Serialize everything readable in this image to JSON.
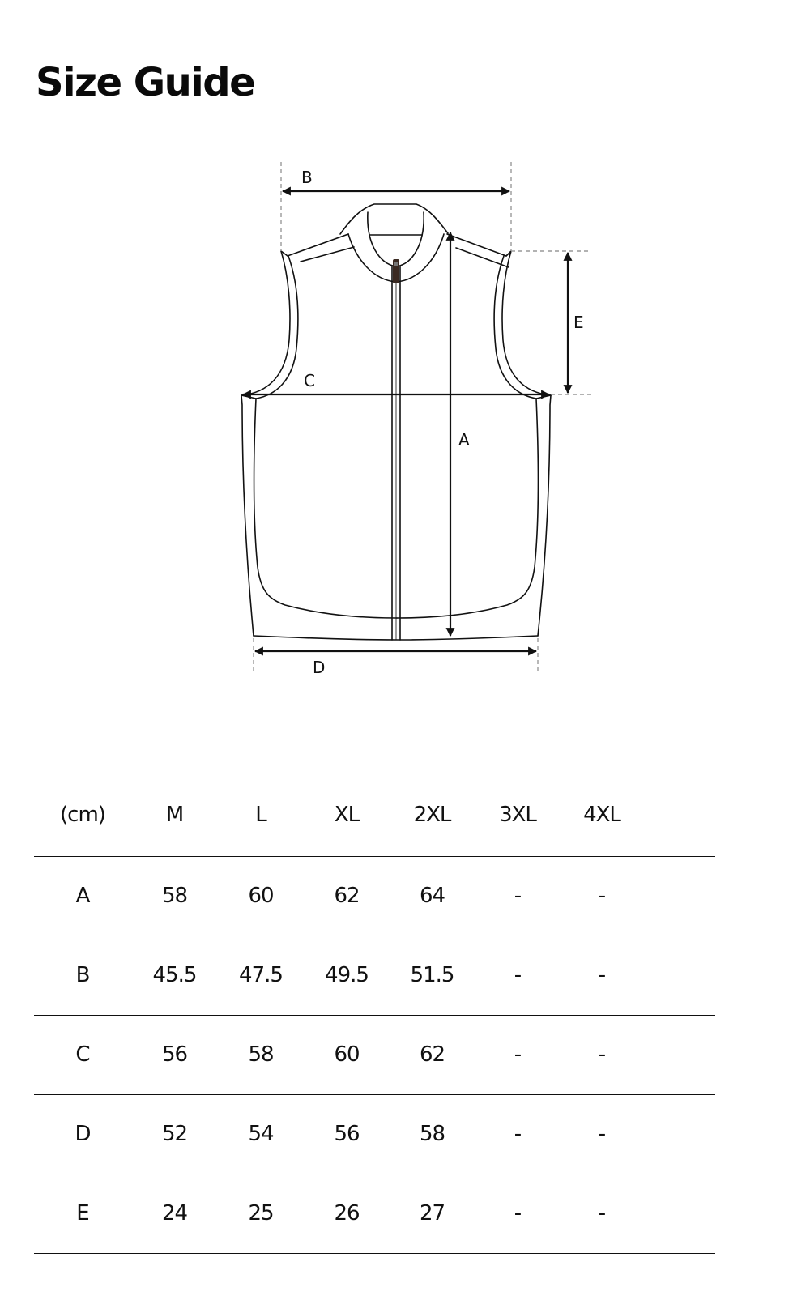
{
  "page": {
    "title": "Size Guide"
  },
  "diagram": {
    "garment": "vest",
    "icons": {
      "vest": "vest-illustration",
      "arrow": "double-headed-arrow"
    },
    "labels": {
      "A": "A",
      "B": "B",
      "C": "C",
      "D": "D",
      "E": "E"
    },
    "colors": {
      "line": "#111111",
      "guide": "#999999",
      "zipper_pull": "#3a2a22"
    }
  },
  "table": {
    "unit_label": "(cm)",
    "sizes": [
      "M",
      "L",
      "XL",
      "2XL",
      "3XL",
      "4XL"
    ],
    "rows": [
      {
        "label": "A",
        "values": [
          "58",
          "60",
          "62",
          "64",
          "-",
          "-"
        ]
      },
      {
        "label": "B",
        "values": [
          "45.5",
          "47.5",
          "49.5",
          "51.5",
          "-",
          "-"
        ]
      },
      {
        "label": "C",
        "values": [
          "56",
          "58",
          "60",
          "62",
          "-",
          "-"
        ]
      },
      {
        "label": "D",
        "values": [
          "52",
          "54",
          "56",
          "58",
          "-",
          "-"
        ]
      },
      {
        "label": "E",
        "values": [
          "24",
          "25",
          "26",
          "27",
          "-",
          "-"
        ]
      }
    ]
  }
}
